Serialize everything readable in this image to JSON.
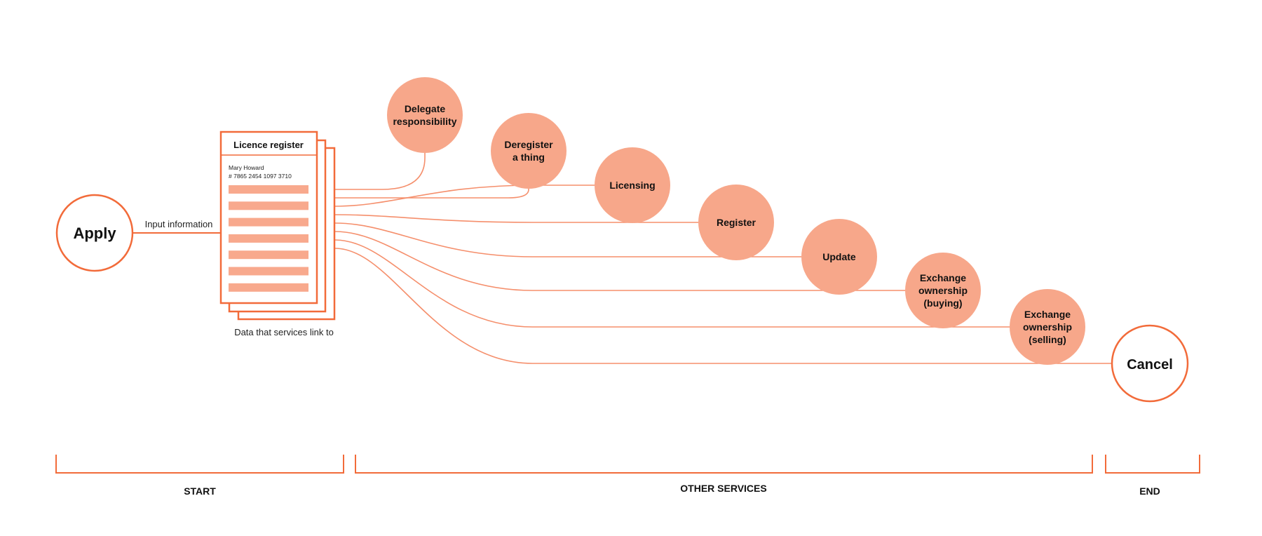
{
  "colors": {
    "accent": "#f26b3a",
    "bubble_fill": "#f7a78a",
    "line": "#f58f6c",
    "bar": "#f8a98d",
    "text": "#111111"
  },
  "start_node": {
    "label": "Apply"
  },
  "input_label": "Input information",
  "register_card": {
    "title": "Licence register",
    "name": "Mary Howard",
    "number": "# 7865 2454 1097 3710",
    "caption": "Data that services link to"
  },
  "services": [
    {
      "lines": [
        "Delegate",
        "responsibility"
      ]
    },
    {
      "lines": [
        "Deregister",
        "a thing"
      ]
    },
    {
      "lines": [
        "Licensing"
      ]
    },
    {
      "lines": [
        "Register"
      ]
    },
    {
      "lines": [
        "Update"
      ]
    },
    {
      "lines": [
        "Exchange",
        "ownership",
        "(buying)"
      ]
    },
    {
      "lines": [
        "Exchange",
        "ownership",
        "(selling)"
      ]
    }
  ],
  "end_node": {
    "label": "Cancel"
  },
  "phases": [
    {
      "label": "START"
    },
    {
      "label": "OTHER SERVICES"
    },
    {
      "label": "END"
    }
  ]
}
